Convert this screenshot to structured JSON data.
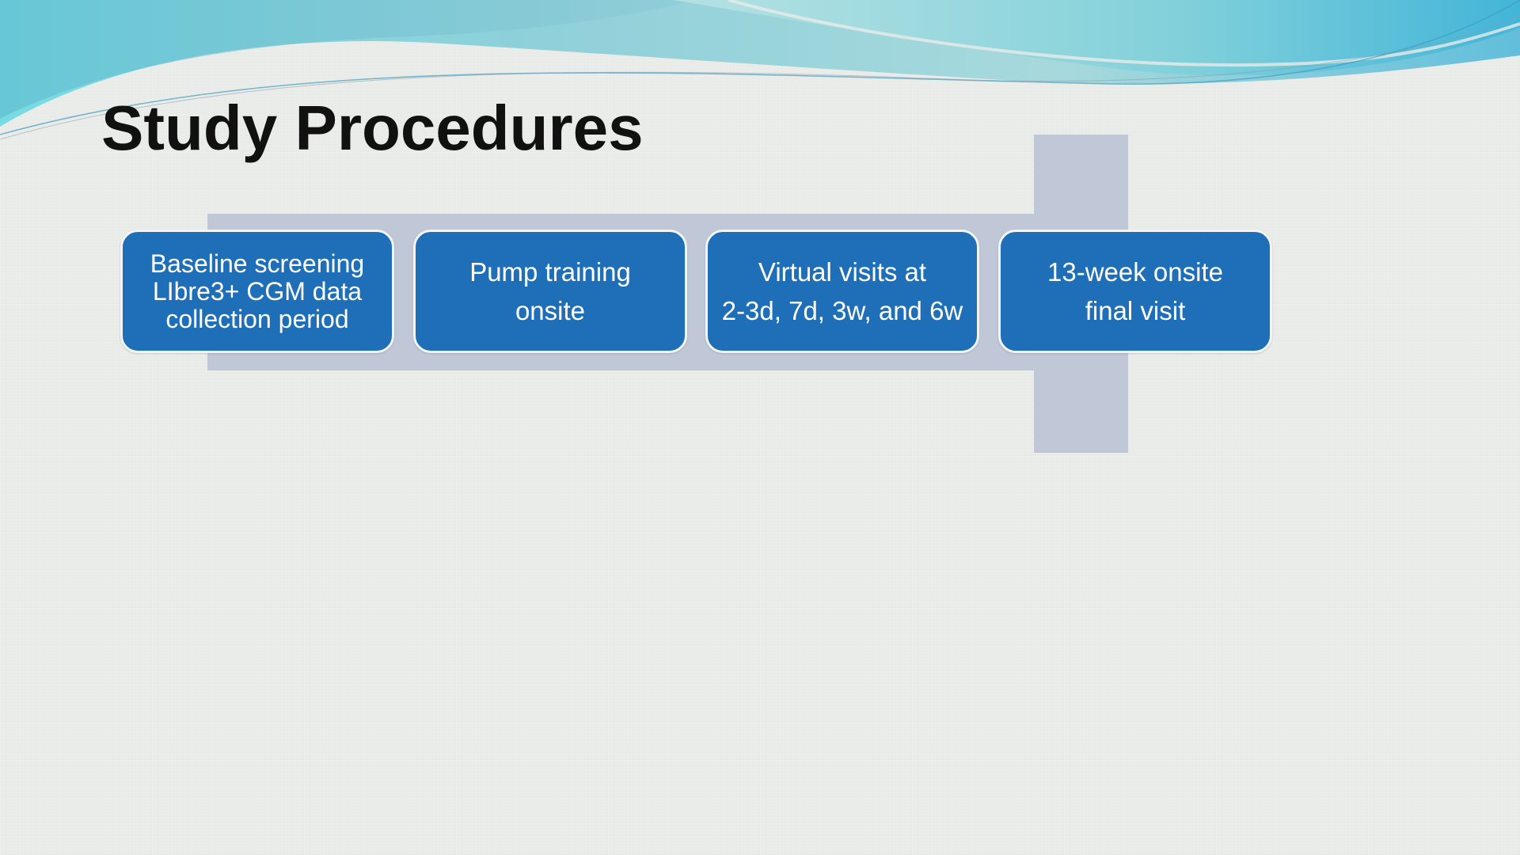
{
  "slide": {
    "title": "Study Procedures",
    "colors": {
      "background": "#e9ebe8",
      "box_fill": "#1f6fb8",
      "box_border": "#f2f4f5",
      "arrow": "#c0c8d8",
      "title_text": "#111111",
      "box_text": "#ffffff",
      "wave_teal": "#6fd0da",
      "wave_light": "#a8dde0"
    },
    "steps": [
      {
        "text": "Baseline screening\nLIbre3+ CGM data\ncollection period"
      },
      {
        "text": "Pump training\nonsite"
      },
      {
        "text": "Virtual visits at\n2-3d, 7d, 3w, and 6w"
      },
      {
        "text": "13-week onsite\nfinal visit"
      }
    ]
  }
}
